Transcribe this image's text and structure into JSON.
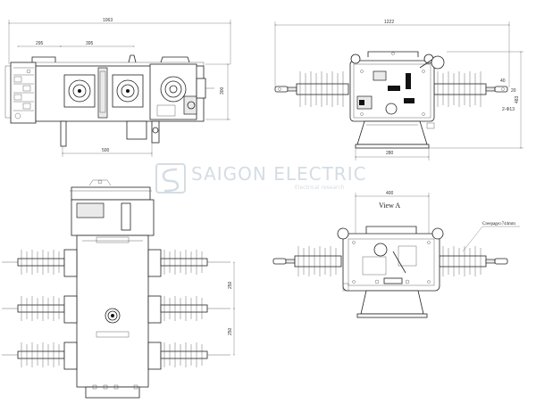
{
  "watermark": {
    "brand": "SAIGON ELECTRIC",
    "tagline": "Electrical research"
  },
  "front_view": {
    "dim_overall_width": "1063",
    "dim_left_span": "295",
    "dim_mid_span": "395",
    "dim_height": "300",
    "dim_base": "500"
  },
  "side_view": {
    "dim_overall_width": "1222",
    "dim_height": "483",
    "dim_base": "280",
    "dim_terminal_a": "40",
    "dim_terminal_b": "20",
    "dim_holes": "2-Φ13"
  },
  "top_view": {
    "dim_spacing_1": "250",
    "dim_spacing_2": "250"
  },
  "view_a": {
    "label": "View A",
    "dim_width": "400",
    "creepage": "Creepage≥744mm"
  },
  "colors": {
    "line": "#222222",
    "watermark": "#d4dde4"
  }
}
